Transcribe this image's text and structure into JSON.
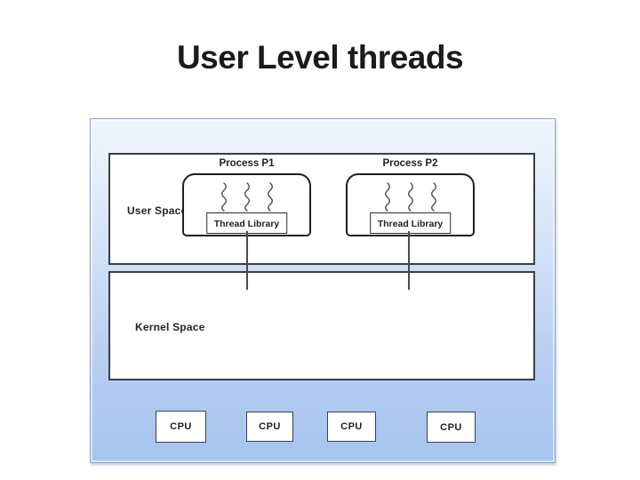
{
  "slide": {
    "title": "User Level threads"
  },
  "diagram": {
    "user_space_label": "User Space",
    "kernel_space_label": "Kernel Space",
    "processes": [
      {
        "label": "Process P1",
        "library_label": "Thread Library",
        "threads": 3
      },
      {
        "label": "Process P2",
        "library_label": "Thread Library",
        "threads": 3
      }
    ],
    "cpus": [
      "CPU",
      "CPU",
      "CPU",
      "CPU"
    ],
    "colors": {
      "panel_gradient_top": "#eff4fc",
      "panel_gradient_bottom": "#a6c4ef",
      "panel_border": "#8da4c9",
      "space_box_border": "#3a3e46",
      "process_box_border": "#1f1f1f",
      "connector": "#4a4a4a",
      "text": "#1e1e1e"
    }
  }
}
